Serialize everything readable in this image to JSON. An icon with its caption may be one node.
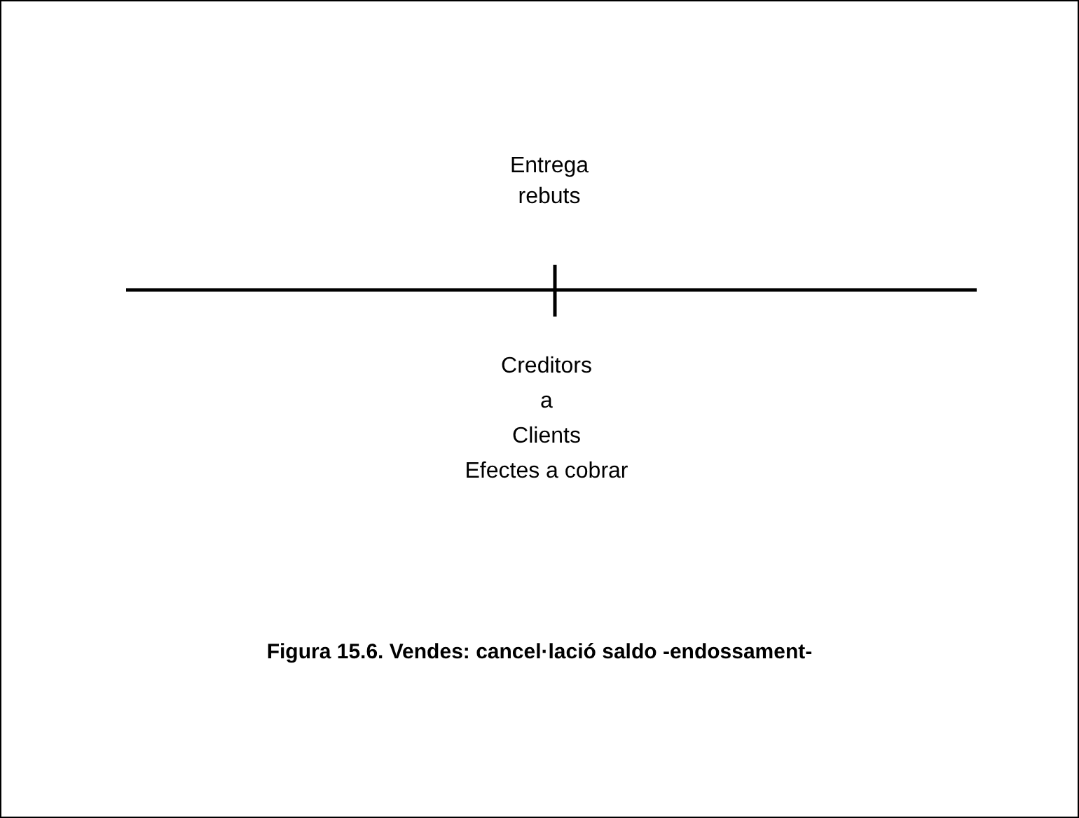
{
  "diagram": {
    "caption": "Figura 15.6. Vendes: cancel·lació saldo -endossament-",
    "labels": [
      "Entrega rebuts",
      "Creditors",
      "a",
      "Clients",
      "Efectes a cobrar"
    ]
  }
}
